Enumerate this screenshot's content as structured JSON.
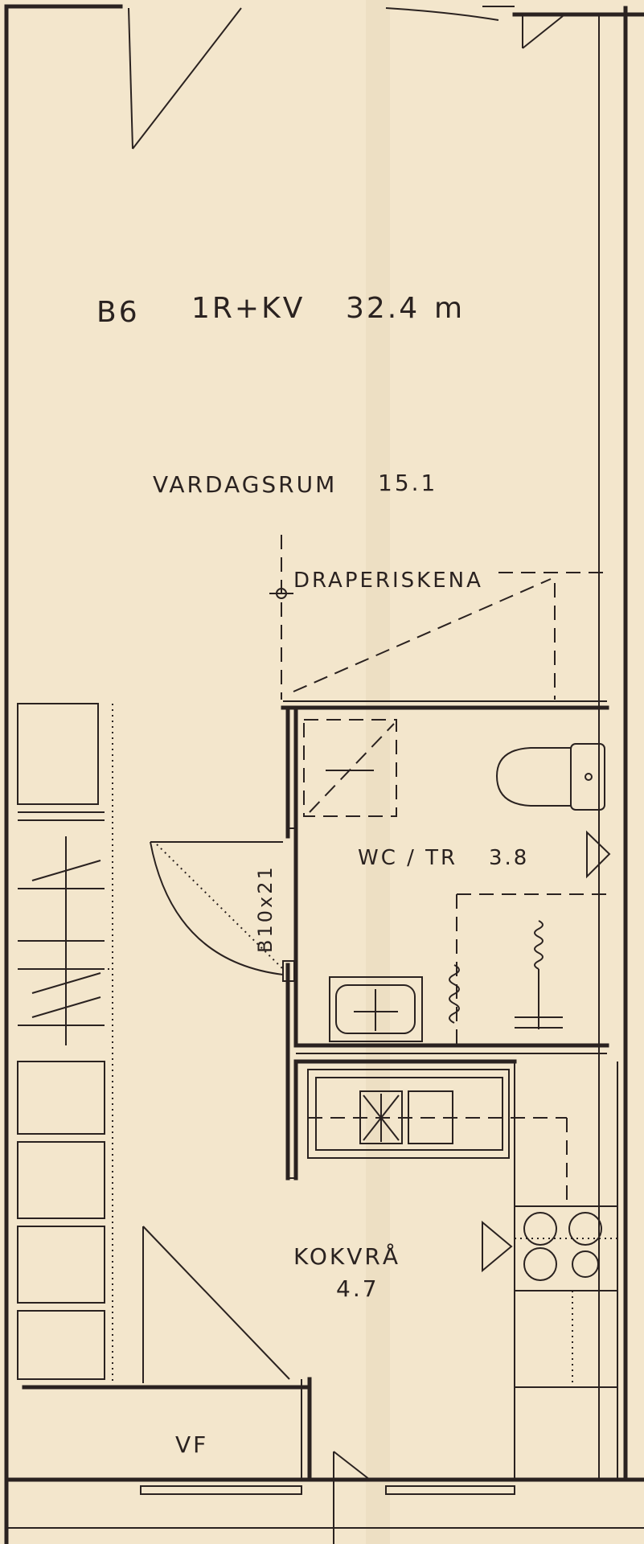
{
  "apartment": {
    "code": "B6",
    "type": "1R+KV",
    "area": "32.4",
    "unit": "m"
  },
  "rooms": {
    "vardagsrum": {
      "name": "VARDAGSRUM",
      "area": "15.1"
    },
    "wc": {
      "name": "WC / TR",
      "area": "3.8"
    },
    "kokvra": {
      "name": "KOKVRÅ",
      "area": "4.7"
    },
    "vf": {
      "name": "VF"
    }
  },
  "annotations": {
    "drape": "DRAPERISKENA",
    "door": "B10x21"
  },
  "colors": {
    "paper": "#f3e6cc",
    "ink": "#2a2220"
  }
}
